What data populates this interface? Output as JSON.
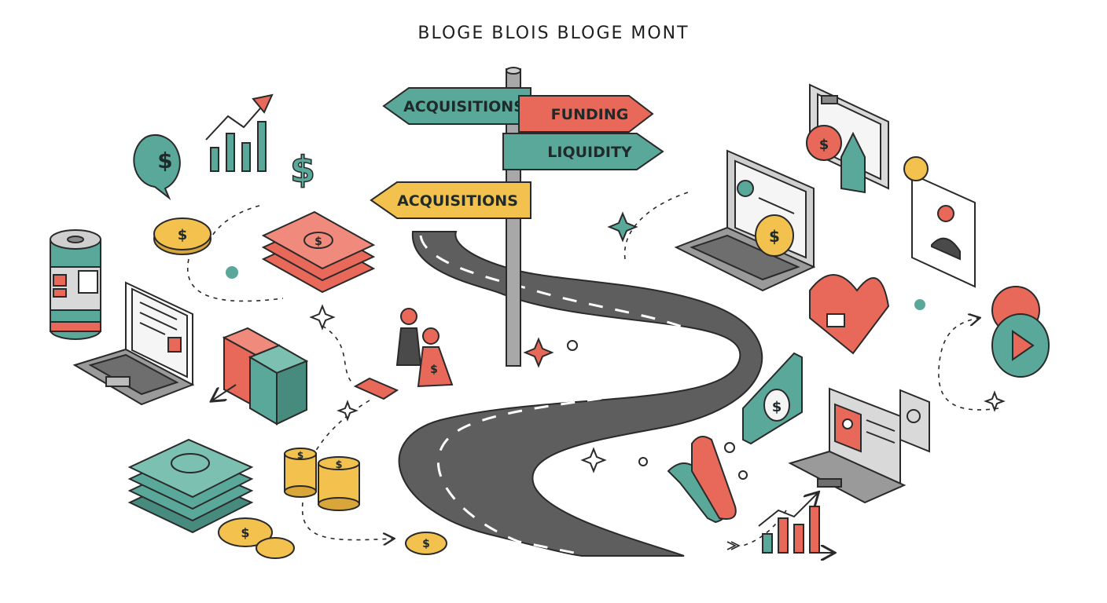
{
  "title": "BLOGE BLOIS BLOGE MONT",
  "signpost": {
    "sign_1": "ACQUISITIONS",
    "sign_2": "FUNDING",
    "sign_3": "LIQUIDITY",
    "sign_4": "ACQUISITIONS"
  },
  "dollar_glyph": "$",
  "colors": {
    "teal": "#5aa89a",
    "coral": "#e8685a",
    "yellow": "#f2c14e",
    "road": "#5e5e5e",
    "outline": "#2a2a2a"
  }
}
